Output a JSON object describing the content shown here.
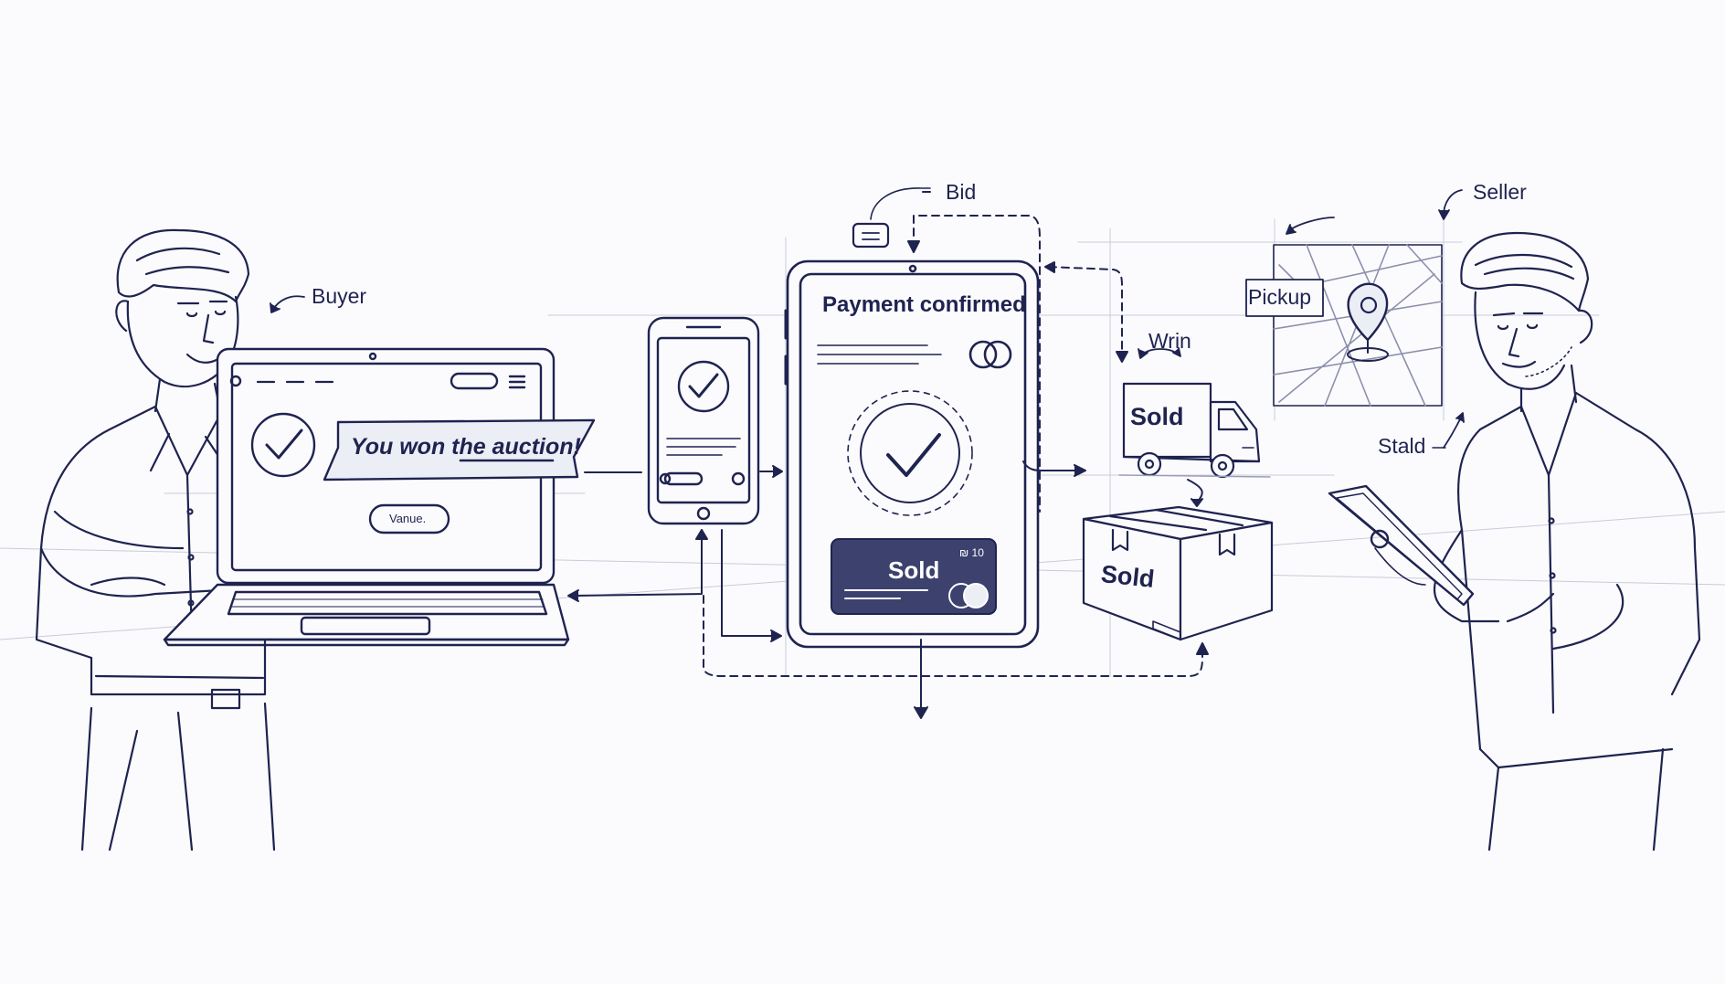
{
  "labels": {
    "buyer": "Buyer",
    "bid": "Bid",
    "seller": "Seller",
    "pickup": "Pickup",
    "wrin": "Wrin",
    "stald": "Stald"
  },
  "laptop": {
    "banner": "You won the auction!",
    "input_text": "Vanue."
  },
  "tablet": {
    "title": "Payment confirmed",
    "card_label": "Sold",
    "card_number": "₪ 10"
  },
  "truck": {
    "label": "Sold"
  },
  "box": {
    "label": "Sold"
  },
  "colors": {
    "ink": "#1f2350",
    "card": "#3d416e",
    "paper": "#fbfbfd",
    "highlight": "#e6e7f1"
  }
}
